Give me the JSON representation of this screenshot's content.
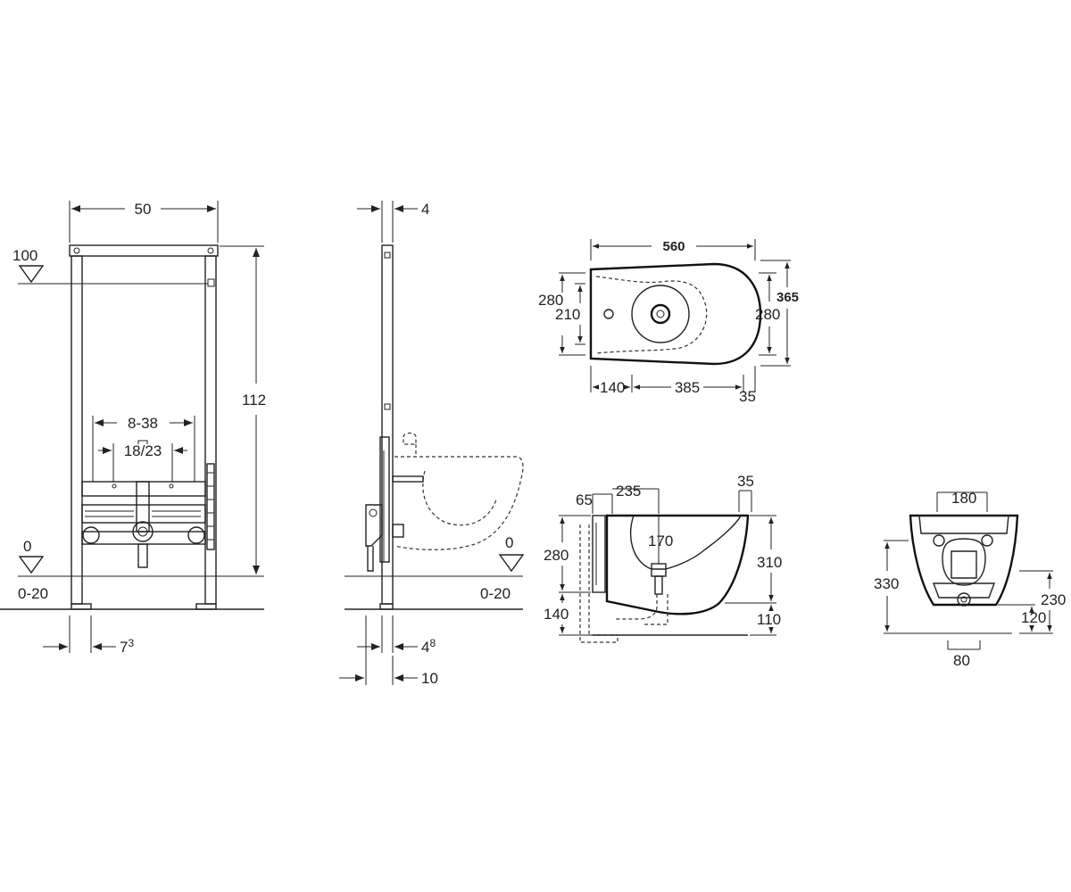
{
  "front_view": {
    "width": "50",
    "height": "112",
    "top_level": "100",
    "floor_level": "0",
    "floor_range": "0-20",
    "pipe_range": "8-38",
    "pipe_spacing": "18/23",
    "foot_offset": "7",
    "foot_offset_sup": "3"
  },
  "side_view": {
    "frame_depth": "4",
    "foot_depth": "4",
    "foot_depth_sup": "8",
    "total_depth": "10",
    "floor_level": "0",
    "floor_range": "0-20"
  },
  "top_view": {
    "length": "560",
    "width": "365",
    "left_outer": "280",
    "left_inner": "210",
    "right_inner": "280",
    "seg_left": "140",
    "seg_mid": "385",
    "seg_right": "35"
  },
  "section_view": {
    "d65": "65",
    "d235": "235",
    "d35": "35",
    "d170": "170",
    "d280": "280",
    "d310": "310",
    "d140": "140",
    "d110": "110"
  },
  "back_view": {
    "top": "180",
    "height": "330",
    "right_height": "230",
    "right_inner": "120",
    "bottom": "80"
  }
}
